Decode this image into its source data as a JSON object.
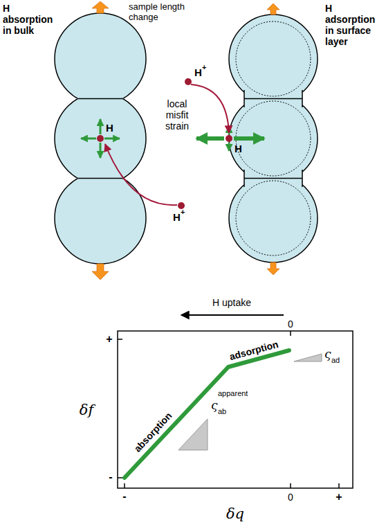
{
  "diagram": {
    "labels": [
      "H absorption in bulk",
      "sample length change",
      "H adsorption in surface layer",
      "H",
      "+",
      "local misfit strain",
      "H",
      "H",
      "H",
      "+",
      "H uptake",
      "0",
      "+",
      "adsorption",
      "ς",
      "ad",
      "absorption",
      "δf",
      "ς",
      "apparent",
      "ab",
      "-",
      "-",
      "0",
      "+",
      "δq"
    ]
  }
}
